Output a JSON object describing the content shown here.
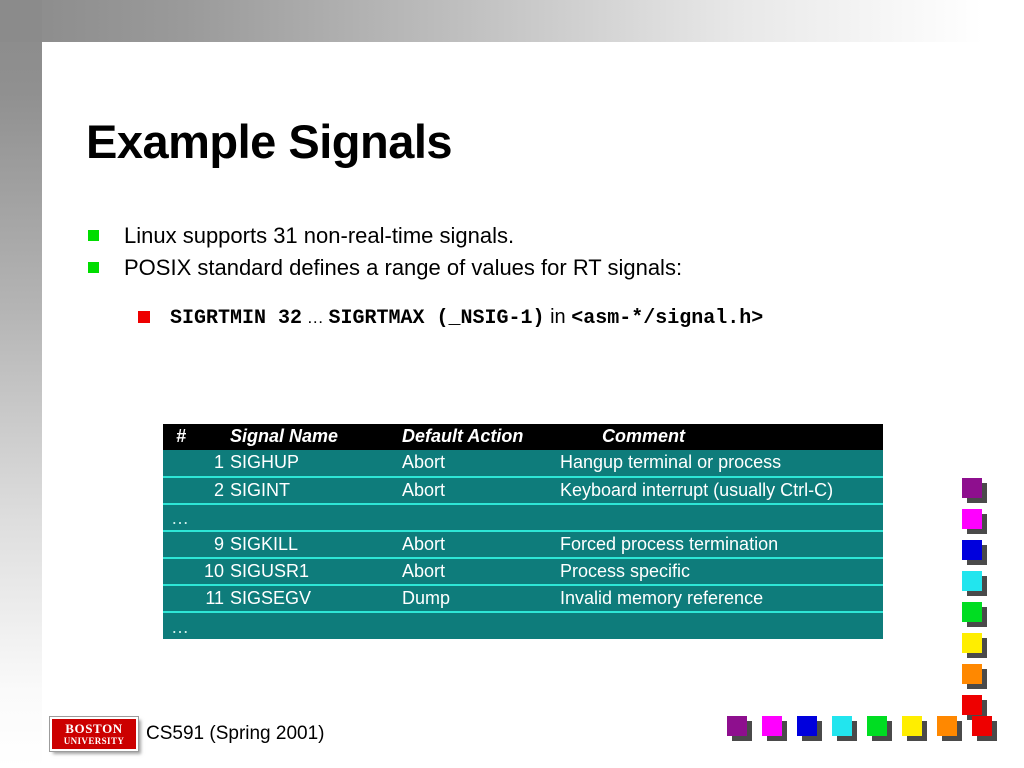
{
  "slide": {
    "title": "Example Signals",
    "bullets": [
      {
        "marker": "green-square",
        "text": "Linux supports 31 non-real-time signals."
      },
      {
        "marker": "green-square",
        "text": "POSIX standard defines a range of values for RT signals:"
      }
    ],
    "sub_bullet": {
      "marker": "red-square",
      "code_1": "SIGRTMIN 32",
      "ellipsis": "…",
      "code_2": "SIGRTMAX (_NSIG-1)",
      "connector": "in",
      "code_3": "<asm-*/signal.h>"
    }
  },
  "table": {
    "headers": [
      "#",
      "Signal Name",
      "Default Action",
      "Comment"
    ],
    "rows": [
      {
        "num": "1",
        "name": "SIGHUP",
        "action": "Abort",
        "comment": "Hangup terminal or process"
      },
      {
        "num": "2",
        "name": "SIGINT",
        "action": "Abort",
        "comment": "Keyboard interrupt (usually Ctrl-C)"
      },
      {
        "ellipsis": "…"
      },
      {
        "num": "9",
        "name": "SIGKILL",
        "action": "Abort",
        "comment": "Forced process termination"
      },
      {
        "num": "10",
        "name": "SIGUSR1",
        "action": "Abort",
        "comment": "Process specific"
      },
      {
        "num": "11",
        "name": "SIGSEGV",
        "action": "Dump",
        "comment": "Invalid memory reference"
      },
      {
        "ellipsis": "…"
      }
    ]
  },
  "footer": {
    "logo_line1": "BOSTON",
    "logo_line2": "UNIVERSITY",
    "course": "CS591 (Spring 2001)"
  },
  "decor": {
    "colors": [
      "#8e0f8e",
      "#ff00ff",
      "#0000dd",
      "#22e5ee",
      "#00dd22",
      "#ffee00",
      "#ff8800",
      "#ee0000"
    ],
    "shadow": "#4a4a4a",
    "column_top_start": 478,
    "column_spacing": 31,
    "row_left_start": 727,
    "row_spacing": 35
  },
  "theme": {
    "table_bg": "#0e7c7b",
    "table_header_bg": "#000000",
    "row_divider": "#2ee6d6",
    "bullet_green": "#00dd00",
    "bullet_red": "#ee0000",
    "logo_red": "#cc0000"
  }
}
